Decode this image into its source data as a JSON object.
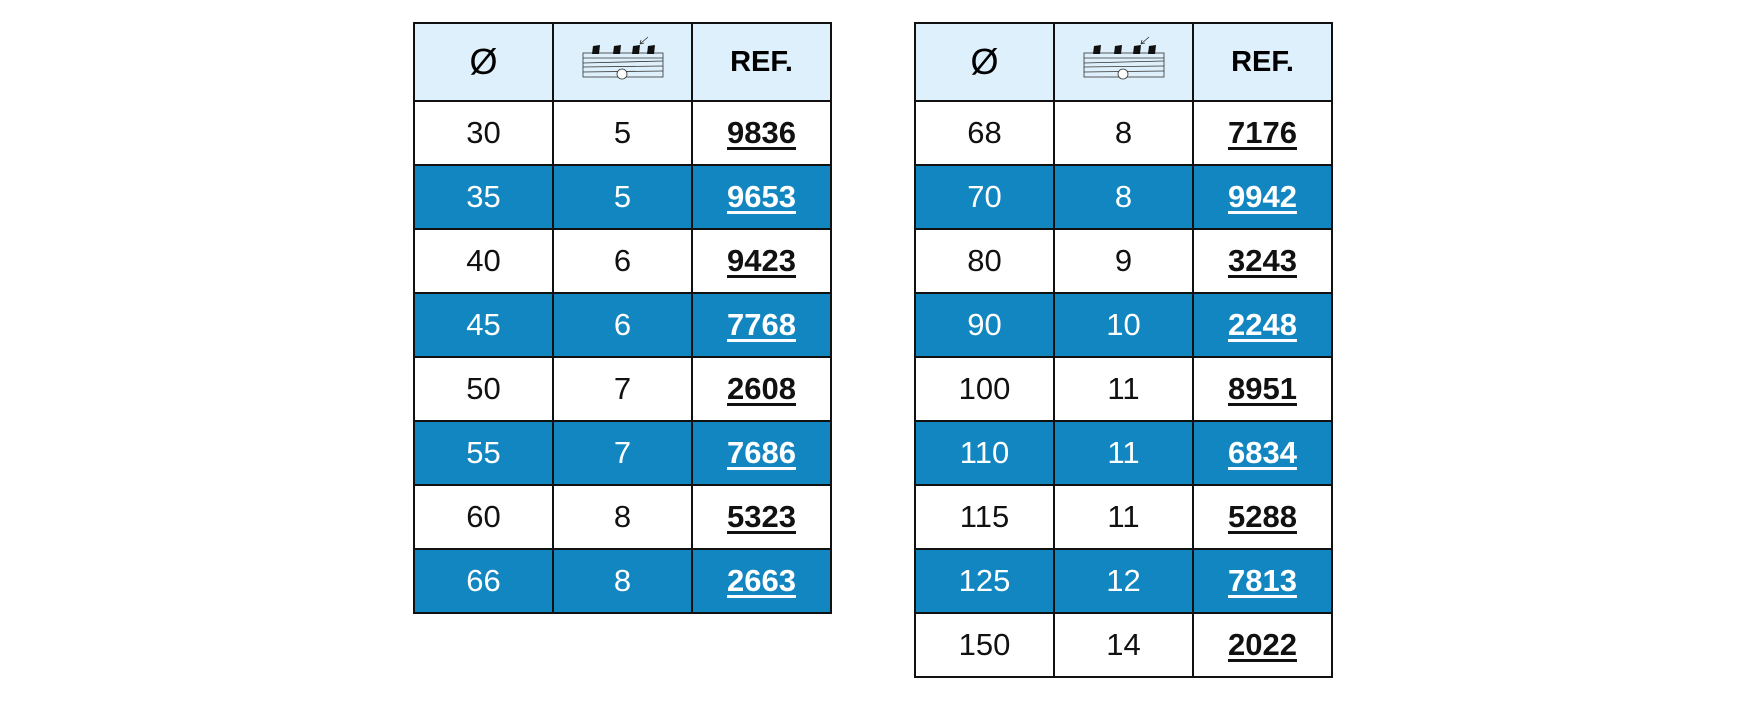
{
  "headers": {
    "diameter": "Ø",
    "ref": "REF.",
    "teeth_icon": "saw-blade-teeth-icon"
  },
  "colors": {
    "header_bg": "#def0fb",
    "stripe": "#1286c0"
  },
  "tables": [
    {
      "rows": [
        {
          "d": "30",
          "n": "5",
          "ref": "9836"
        },
        {
          "d": "35",
          "n": "5",
          "ref": "9653"
        },
        {
          "d": "40",
          "n": "6",
          "ref": "9423"
        },
        {
          "d": "45",
          "n": "6",
          "ref": "7768"
        },
        {
          "d": "50",
          "n": "7",
          "ref": "2608"
        },
        {
          "d": "55",
          "n": "7",
          "ref": "7686"
        },
        {
          "d": "60",
          "n": "8",
          "ref": "5323"
        },
        {
          "d": "66",
          "n": "8",
          "ref": "2663"
        }
      ]
    },
    {
      "rows": [
        {
          "d": "68",
          "n": "8",
          "ref": "7176"
        },
        {
          "d": "70",
          "n": "8",
          "ref": "9942"
        },
        {
          "d": "80",
          "n": "9",
          "ref": "3243"
        },
        {
          "d": "90",
          "n": "10",
          "ref": "2248"
        },
        {
          "d": "100",
          "n": "11",
          "ref": "8951"
        },
        {
          "d": "110",
          "n": "11",
          "ref": "6834"
        },
        {
          "d": "115",
          "n": "11",
          "ref": "5288"
        },
        {
          "d": "125",
          "n": "12",
          "ref": "7813"
        },
        {
          "d": "150",
          "n": "14",
          "ref": "2022"
        }
      ]
    }
  ]
}
